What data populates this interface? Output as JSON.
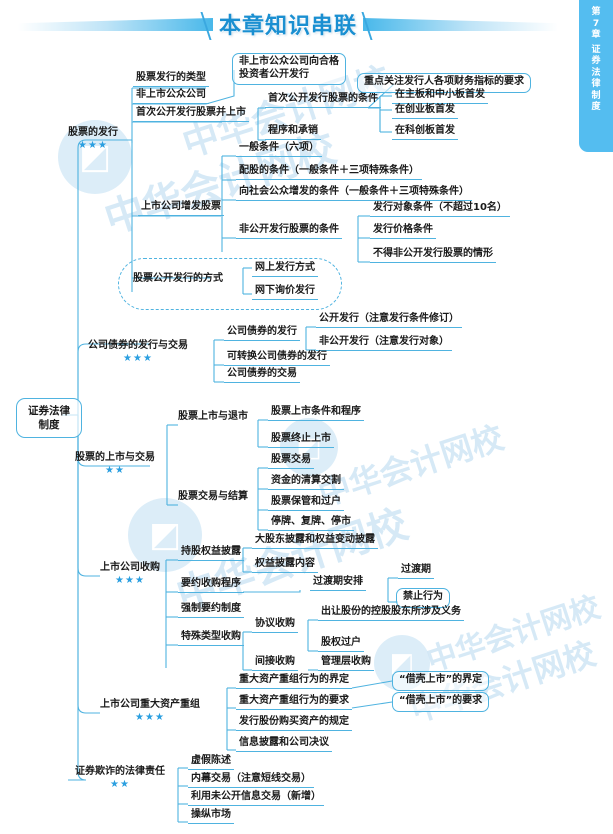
{
  "banner": {
    "title": "本章知识串联"
  },
  "chapter_tab": {
    "lines": [
      "第",
      "7",
      "章",
      "证",
      "券",
      "法",
      "律",
      "制",
      "度"
    ]
  },
  "watermark": {
    "text": "中华会计网校",
    "logo_glyph": "◩"
  },
  "root": {
    "label_line1": "证券法律",
    "label_line2": "制度"
  },
  "stars": {
    "three": "★★★",
    "two": "★★"
  },
  "branches": [
    {
      "name": "股票的发行",
      "stars": "★★★",
      "children": [
        {
          "name": "股票发行的类型"
        },
        {
          "name": "非上市公众公司",
          "children": [
            {
              "name": "非上市公众公司向合格\n投资者公开发行"
            }
          ]
        },
        {
          "name": "首次公开发行股票并上市",
          "children": [
            {
              "name": "首次公开发行股票的条件",
              "children": [
                {
                  "name": "重点关注发行人各项财务指标的要求"
                },
                {
                  "name": "在主板和中小板首发"
                },
                {
                  "name": "在创业板首发"
                },
                {
                  "name": "在科创板首发"
                }
              ]
            },
            {
              "name": "程序和承销"
            }
          ]
        },
        {
          "name": "上市公司增发股票",
          "children": [
            {
              "name": "一般条件（六项）"
            },
            {
              "name": "配股的条件（一般条件＋三项特殊条件）"
            },
            {
              "name": "向社会公众增发的条件（一般条件＋三项特殊条件）"
            },
            {
              "name": "非公开发行股票的条件",
              "children": [
                {
                  "name": "发行对象条件（不超过10名）"
                },
                {
                  "name": "发行价格条件"
                },
                {
                  "name": "不得非公开发行股票的情形"
                }
              ]
            }
          ]
        },
        {
          "name": "股票公开发行的方式",
          "children": [
            {
              "name": "网上发行方式"
            },
            {
              "name": "网下询价发行"
            }
          ]
        }
      ]
    },
    {
      "name": "公司债券的发行与交易",
      "stars": "★★★",
      "children": [
        {
          "name": "公司债券的发行",
          "children": [
            {
              "name": "公开发行（注意发行条件修订）"
            },
            {
              "name": "非公开发行（注意发行对象）"
            }
          ]
        },
        {
          "name": "可转换公司债券的发行"
        },
        {
          "name": "公司债券的交易"
        }
      ]
    },
    {
      "name": "股票的上市与交易",
      "stars": "★★",
      "children": [
        {
          "name": "股票上市与退市",
          "children": [
            {
              "name": "股票上市条件和程序"
            },
            {
              "name": "股票终止上市"
            }
          ]
        },
        {
          "name": "股票交易与结算",
          "children": [
            {
              "name": "股票交易"
            },
            {
              "name": "资金的清算交割"
            },
            {
              "name": "股票保管和过户"
            },
            {
              "name": "停牌、复牌、停市"
            }
          ]
        }
      ]
    },
    {
      "name": "上市公司收购",
      "stars": "★★★",
      "children": [
        {
          "name": "持股权益披露",
          "children": [
            {
              "name": "大股东披露和权益变动披露"
            },
            {
              "name": "权益披露内容"
            }
          ]
        },
        {
          "name": "要约收购程序",
          "children": [
            {
              "name": "过渡期安排",
              "children": [
                {
                  "name": "过渡期"
                },
                {
                  "name": "禁止行为"
                }
              ]
            }
          ]
        },
        {
          "name": "强制要约制度"
        },
        {
          "name": "特殊类型收购",
          "children": [
            {
              "name": "协议收购",
              "children": [
                {
                  "name": "出让股份的控股股东所涉及义务"
                },
                {
                  "name": "股权过户"
                }
              ]
            },
            {
              "name": "间接收购",
              "children": [
                {
                  "name": "管理层收购"
                }
              ]
            }
          ]
        }
      ]
    },
    {
      "name": "上市公司重大资产重组",
      "stars": "★★★",
      "children": [
        {
          "name": "重大资产重组行为的界定",
          "children": [
            {
              "name": "“借壳上市”的界定"
            }
          ]
        },
        {
          "name": "重大资产重组行为的要求",
          "children": [
            {
              "name": "“借壳上市”的要求"
            }
          ]
        },
        {
          "name": "发行股份购买资产的规定"
        },
        {
          "name": "信息披露和公司决议"
        }
      ]
    },
    {
      "name": "证券欺诈的法律责任",
      "stars": "★★",
      "children": [
        {
          "name": "虚假陈述"
        },
        {
          "name": "内幕交易（注意短线交易）"
        },
        {
          "name": "利用未公开信息交易（新增）"
        },
        {
          "name": "操纵市场"
        }
      ]
    }
  ],
  "nodes": {
    "b1_title": "股票的发行",
    "b1_c1": "股票发行的类型",
    "b1_c2": "非上市公众公司",
    "b1_c2_g1_l1": "非上市公众公司向合格",
    "b1_c2_g1_l2": "投资者公开发行",
    "b1_c3": "首次公开发行股票并上市",
    "b1_c3_g1": "首次公开发行股票的条件",
    "b1_c3_g1_h1": "重点关注发行人各项财务指标的要求",
    "b1_c3_g1_h2": "在主板和中小板首发",
    "b1_c3_g1_h3": "在创业板首发",
    "b1_c3_g1_h4": "在科创板首发",
    "b1_c3_g2": "程序和承销",
    "b1_c4": "上市公司增发股票",
    "b1_c4_g1": "一般条件（六项）",
    "b1_c4_g2": "配股的条件（一般条件＋三项特殊条件）",
    "b1_c4_g3": "向社会公众增发的条件（一般条件＋三项特殊条件）",
    "b1_c4_g4": "非公开发行股票的条件",
    "b1_c4_g4_h1": "发行对象条件（不超过10名）",
    "b1_c4_g4_h2": "发行价格条件",
    "b1_c4_g4_h3": "不得非公开发行股票的情形",
    "b1_c5": "股票公开发行的方式",
    "b1_c5_g1": "网上发行方式",
    "b1_c5_g2": "网下询价发行",
    "b2_title": "公司债券的发行与交易",
    "b2_c1": "公司债券的发行",
    "b2_c1_g1": "公开发行（注意发行条件修订）",
    "b2_c1_g2": "非公开发行（注意发行对象）",
    "b2_c2": "可转换公司债券的发行",
    "b2_c3": "公司债券的交易",
    "b3_title": "股票的上市与交易",
    "b3_c1": "股票上市与退市",
    "b3_c1_g1": "股票上市条件和程序",
    "b3_c1_g2": "股票终止上市",
    "b3_c2": "股票交易与结算",
    "b3_c2_g1": "股票交易",
    "b3_c2_g2": "资金的清算交割",
    "b3_c2_g3": "股票保管和过户",
    "b3_c2_g4": "停牌、复牌、停市",
    "b4_title": "上市公司收购",
    "b4_c1": "持股权益披露",
    "b4_c1_g1": "大股东披露和权益变动披露",
    "b4_c1_g2": "权益披露内容",
    "b4_c2": "要约收购程序",
    "b4_c2_g1": "过渡期安排",
    "b4_c2_g1_h1": "过渡期",
    "b4_c2_g1_h2": "禁止行为",
    "b4_c3": "强制要约制度",
    "b4_c4": "特殊类型收购",
    "b4_c4_g1": "协议收购",
    "b4_c4_g1_h1": "出让股份的控股股东所涉及义务",
    "b4_c4_g1_h2": "股权过户",
    "b4_c4_g2": "间接收购",
    "b4_c4_g2_h1": "管理层收购",
    "b5_title": "上市公司重大资产重组",
    "b5_c1": "重大资产重组行为的界定",
    "b5_c1_g1": "“借壳上市”的界定",
    "b5_c2": "重大资产重组行为的要求",
    "b5_c2_g1": "“借壳上市”的要求",
    "b5_c3": "发行股份购买资产的规定",
    "b5_c4": "信息披露和公司决议",
    "b6_title": "证券欺诈的法律责任",
    "b6_c1": "虚假陈述",
    "b6_c2": "内幕交易（注意短线交易）",
    "b6_c3": "利用未公开信息交易（新增）",
    "b6_c4": "操纵市场"
  },
  "colors": {
    "accent": "#4fb3e0",
    "tab": "#54bdf0",
    "title": "#1a8fd1",
    "star": "#2b9fe0",
    "watermark": "#cfe6f5"
  }
}
